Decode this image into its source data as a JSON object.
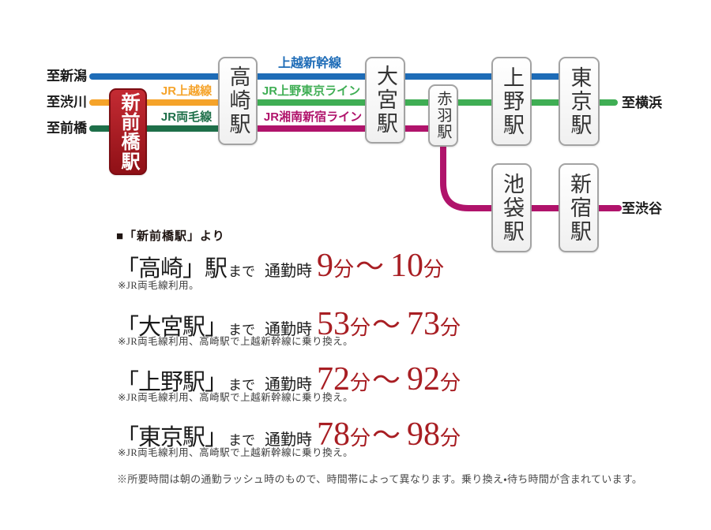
{
  "diagram": {
    "endpoints": {
      "niigata": "至新潟",
      "shibukawa": "至渋川",
      "maebashi": "至前橋",
      "yokohama": "至横浜",
      "shibuya": "至渋谷"
    },
    "line_labels": {
      "joetsu_shinkansen": {
        "text": "上越新幹線",
        "color": "#1e6cb7"
      },
      "jr_joetsu_line": {
        "text": "JR上越線",
        "color": "#f5a32a"
      },
      "jr_ryomo_line": {
        "text": "JR両毛線",
        "color": "#1e6f49"
      },
      "jr_ueno_tokyo_line": {
        "text": "JR上野東京ライン",
        "color": "#3fae54"
      },
      "jr_shonan_shinjuku_line": {
        "text": "JR湘南新宿ライン",
        "color": "#b0136b"
      }
    },
    "stations": {
      "shin_maebashi": {
        "name": "新前橋駅"
      },
      "takasaki": {
        "name": "高崎駅"
      },
      "omiya": {
        "name": "大宮駅"
      },
      "akabane": {
        "name": "赤羽駅"
      },
      "ueno": {
        "name": "上野駅"
      },
      "tokyo": {
        "name": "東京駅"
      },
      "ikebukuro": {
        "name": "池袋駅"
      },
      "shinjuku": {
        "name": "新宿駅"
      }
    },
    "accent_colors": {
      "station_box_red": "#a81420",
      "time_red": "#a81e23"
    }
  },
  "info": {
    "header": "■「新前橋駅」より",
    "routes": [
      {
        "name": "「高崎」駅",
        "made": "まで",
        "commute": "通勤時",
        "t1": "9",
        "u1": "分",
        "tilde": "〜",
        "t2": "10",
        "u2": "分",
        "note": "※JR両毛線利用。"
      },
      {
        "name": "「大宮駅」",
        "made": "まで",
        "commute": "通勤時",
        "t1": "53",
        "u1": "分",
        "tilde": "〜",
        "t2": "73",
        "u2": "分",
        "note": "※JR両毛線利用、高崎駅で上越新幹線に乗り換え。"
      },
      {
        "name": "「上野駅」",
        "made": "まで",
        "commute": "通勤時",
        "t1": "72",
        "u1": "分",
        "tilde": "〜",
        "t2": "92",
        "u2": "分",
        "note": "※JR両毛線利用、高崎駅で上越新幹線に乗り換え。"
      },
      {
        "name": "「東京駅」",
        "made": "まで",
        "commute": "通勤時",
        "t1": "78",
        "u1": "分",
        "tilde": "〜",
        "t2": "98",
        "u2": "分",
        "note": "※JR両毛線利用、高崎駅で上越新幹線に乗り換え。"
      }
    ],
    "footnote": "※所要時間は朝の通勤ラッシュ時のもので、時間帯によって異なります。乗り換え・待ち時間が含まれています。"
  }
}
